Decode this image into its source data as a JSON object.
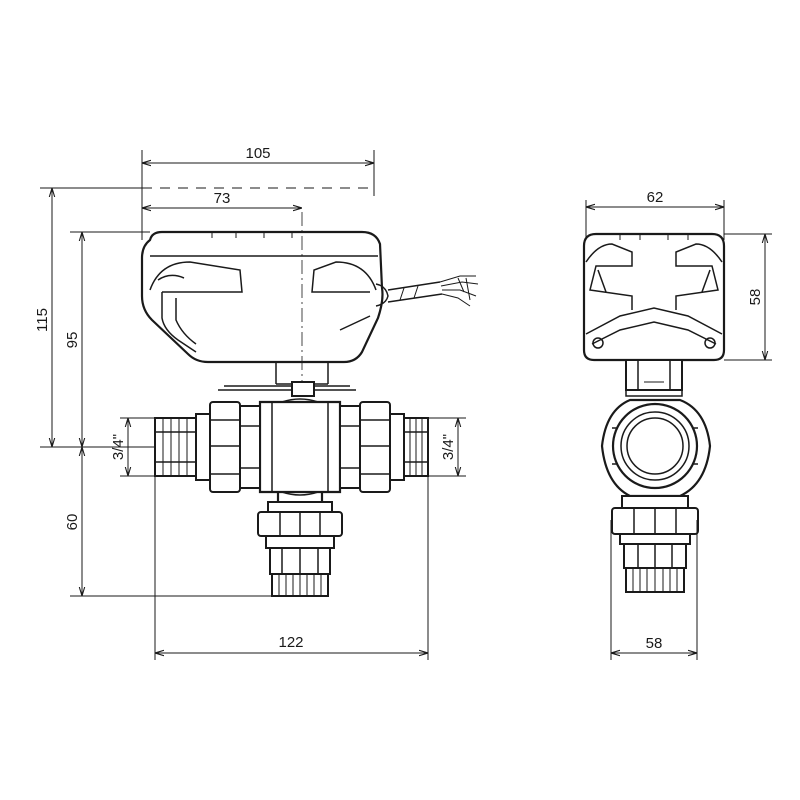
{
  "dimensions": {
    "width_total": "105",
    "width_actuator_axis": "73",
    "height_total": "115",
    "height_to_axis": "95",
    "height_bottom_port": "60",
    "thread_left": "3/4\"",
    "thread_right": "3/4\"",
    "length_body": "122",
    "side_width_actuator": "62",
    "side_height_actuator": "58",
    "side_width_body": "58"
  }
}
